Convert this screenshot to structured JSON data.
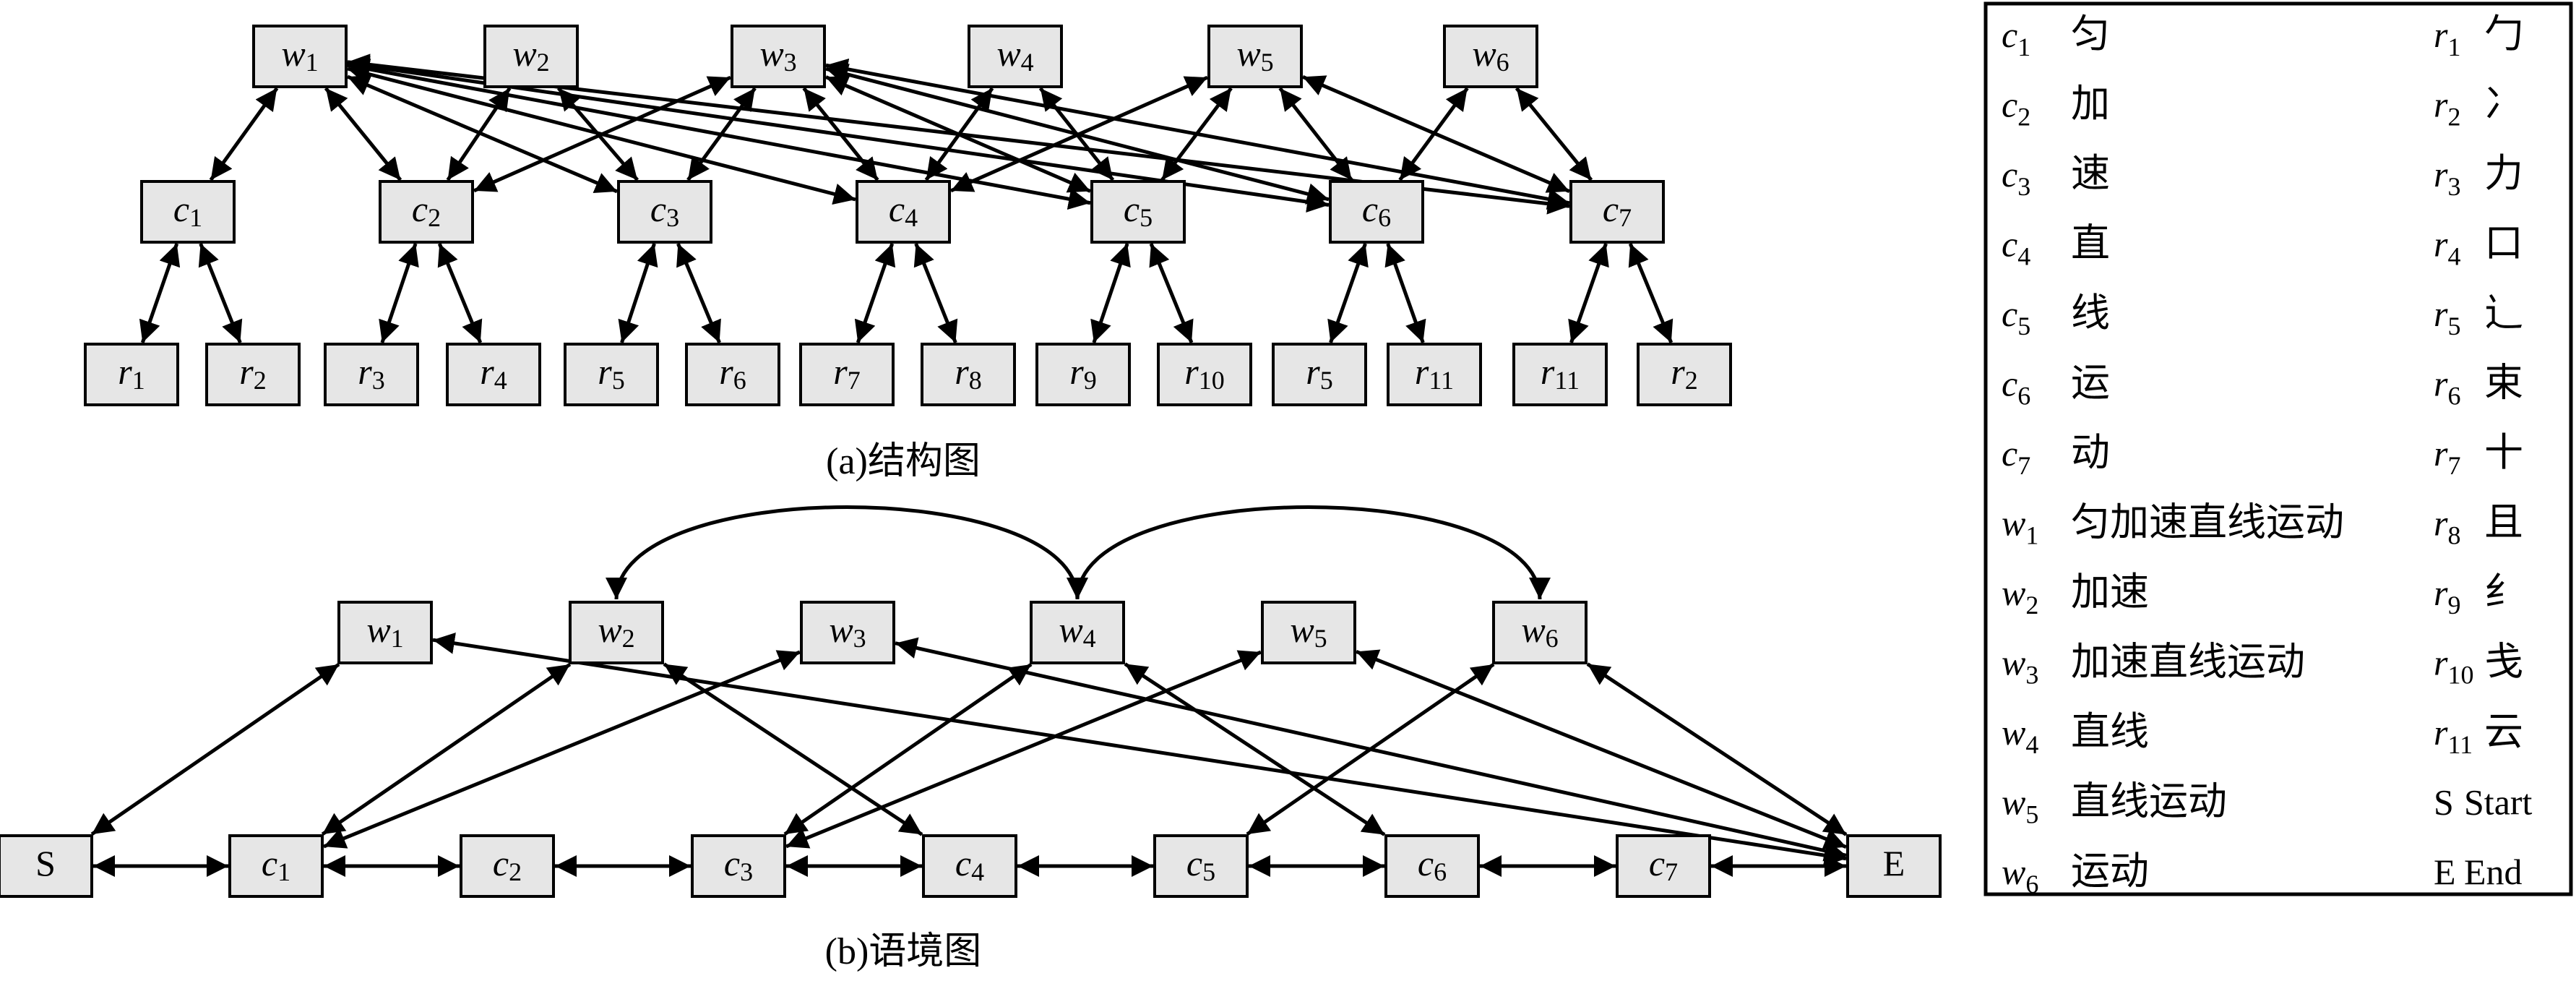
{
  "structure_graph": {
    "caption": "(a)结构图",
    "word_nodes": [
      {
        "id": "w1",
        "letter": "w",
        "sub": "1"
      },
      {
        "id": "w2",
        "letter": "w",
        "sub": "2"
      },
      {
        "id": "w3",
        "letter": "w",
        "sub": "3"
      },
      {
        "id": "w4",
        "letter": "w",
        "sub": "4"
      },
      {
        "id": "w5",
        "letter": "w",
        "sub": "5"
      },
      {
        "id": "w6",
        "letter": "w",
        "sub": "6"
      }
    ],
    "char_nodes": [
      {
        "id": "c1",
        "letter": "c",
        "sub": "1"
      },
      {
        "id": "c2",
        "letter": "c",
        "sub": "2"
      },
      {
        "id": "c3",
        "letter": "c",
        "sub": "3"
      },
      {
        "id": "c4",
        "letter": "c",
        "sub": "4"
      },
      {
        "id": "c5",
        "letter": "c",
        "sub": "5"
      },
      {
        "id": "c6",
        "letter": "c",
        "sub": "6"
      },
      {
        "id": "c7",
        "letter": "c",
        "sub": "7"
      }
    ],
    "radical_nodes": [
      {
        "id": "a1",
        "letter": "r",
        "sub": "1"
      },
      {
        "id": "a2",
        "letter": "r",
        "sub": "2"
      },
      {
        "id": "a3",
        "letter": "r",
        "sub": "3"
      },
      {
        "id": "a4",
        "letter": "r",
        "sub": "4"
      },
      {
        "id": "a5",
        "letter": "r",
        "sub": "5"
      },
      {
        "id": "a6",
        "letter": "r",
        "sub": "6"
      },
      {
        "id": "a7",
        "letter": "r",
        "sub": "7"
      },
      {
        "id": "a8",
        "letter": "r",
        "sub": "8"
      },
      {
        "id": "a9",
        "letter": "r",
        "sub": "9"
      },
      {
        "id": "a10",
        "letter": "r",
        "sub": "10"
      },
      {
        "id": "a11",
        "letter": "r",
        "sub": "5"
      },
      {
        "id": "a12",
        "letter": "r",
        "sub": "11"
      },
      {
        "id": "a13",
        "letter": "r",
        "sub": "11"
      },
      {
        "id": "a14",
        "letter": "r",
        "sub": "2"
      }
    ],
    "word_char_edges": [
      [
        "w1",
        "c1"
      ],
      [
        "w1",
        "c2"
      ],
      [
        "w1",
        "c3"
      ],
      [
        "w1",
        "c4"
      ],
      [
        "w1",
        "c5"
      ],
      [
        "w1",
        "c6"
      ],
      [
        "w1",
        "c7"
      ],
      [
        "w2",
        "c2"
      ],
      [
        "w2",
        "c3"
      ],
      [
        "w3",
        "c2"
      ],
      [
        "w3",
        "c3"
      ],
      [
        "w3",
        "c4"
      ],
      [
        "w3",
        "c5"
      ],
      [
        "w3",
        "c6"
      ],
      [
        "w3",
        "c7"
      ],
      [
        "w4",
        "c4"
      ],
      [
        "w4",
        "c5"
      ],
      [
        "w5",
        "c4"
      ],
      [
        "w5",
        "c5"
      ],
      [
        "w5",
        "c6"
      ],
      [
        "w5",
        "c7"
      ],
      [
        "w6",
        "c6"
      ],
      [
        "w6",
        "c7"
      ]
    ],
    "char_radical_edges": [
      [
        "c1",
        "a1"
      ],
      [
        "c1",
        "a2"
      ],
      [
        "c2",
        "a3"
      ],
      [
        "c2",
        "a4"
      ],
      [
        "c3",
        "a5"
      ],
      [
        "c3",
        "a6"
      ],
      [
        "c4",
        "a7"
      ],
      [
        "c4",
        "a8"
      ],
      [
        "c5",
        "a9"
      ],
      [
        "c5",
        "a10"
      ],
      [
        "c6",
        "a11"
      ],
      [
        "c6",
        "a12"
      ],
      [
        "c7",
        "a13"
      ],
      [
        "c7",
        "a14"
      ]
    ]
  },
  "context_graph": {
    "caption": "(b)语境图",
    "word_nodes": [
      {
        "id": "w1",
        "letter": "w",
        "sub": "1"
      },
      {
        "id": "w2",
        "letter": "w",
        "sub": "2"
      },
      {
        "id": "w3",
        "letter": "w",
        "sub": "3"
      },
      {
        "id": "w4",
        "letter": "w",
        "sub": "4"
      },
      {
        "id": "w5",
        "letter": "w",
        "sub": "5"
      },
      {
        "id": "w6",
        "letter": "w",
        "sub": "6"
      }
    ],
    "seq_nodes": [
      {
        "id": "S",
        "letter": "S",
        "sub": "",
        "plain": true
      },
      {
        "id": "c1",
        "letter": "c",
        "sub": "1"
      },
      {
        "id": "c2",
        "letter": "c",
        "sub": "2"
      },
      {
        "id": "c3",
        "letter": "c",
        "sub": "3"
      },
      {
        "id": "c4",
        "letter": "c",
        "sub": "4"
      },
      {
        "id": "c5",
        "letter": "c",
        "sub": "5"
      },
      {
        "id": "c6",
        "letter": "c",
        "sub": "6"
      },
      {
        "id": "c7",
        "letter": "c",
        "sub": "7"
      },
      {
        "id": "E",
        "letter": "E",
        "sub": "",
        "plain": true
      }
    ],
    "sequence_edges": [
      [
        "S",
        "c1"
      ],
      [
        "c1",
        "c2"
      ],
      [
        "c2",
        "c3"
      ],
      [
        "c3",
        "c4"
      ],
      [
        "c4",
        "c5"
      ],
      [
        "c5",
        "c6"
      ],
      [
        "c6",
        "c7"
      ],
      [
        "c7",
        "E"
      ]
    ],
    "word_edges": [
      [
        "S",
        "w1"
      ],
      [
        "w1",
        "E"
      ],
      [
        "c1",
        "w2"
      ],
      [
        "w2",
        "c4"
      ],
      [
        "c1",
        "w3"
      ],
      [
        "w3",
        "E"
      ],
      [
        "c3",
        "w4"
      ],
      [
        "w4",
        "c6"
      ],
      [
        "c3",
        "w5"
      ],
      [
        "w5",
        "E"
      ],
      [
        "c5",
        "w6"
      ],
      [
        "w6",
        "E"
      ]
    ],
    "curved_edges": [
      [
        "w2",
        "w4"
      ],
      [
        "w4",
        "w6"
      ]
    ]
  },
  "legend": {
    "left": [
      {
        "letter": "c",
        "sub": "1",
        "text": "匀"
      },
      {
        "letter": "c",
        "sub": "2",
        "text": "加"
      },
      {
        "letter": "c",
        "sub": "3",
        "text": "速"
      },
      {
        "letter": "c",
        "sub": "4",
        "text": "直"
      },
      {
        "letter": "c",
        "sub": "5",
        "text": "线"
      },
      {
        "letter": "c",
        "sub": "6",
        "text": "运"
      },
      {
        "letter": "c",
        "sub": "7",
        "text": "动"
      },
      {
        "letter": "w",
        "sub": "1",
        "text": "匀加速直线运动"
      },
      {
        "letter": "w",
        "sub": "2",
        "text": "加速"
      },
      {
        "letter": "w",
        "sub": "3",
        "text": "加速直线运动"
      },
      {
        "letter": "w",
        "sub": "4",
        "text": "直线"
      },
      {
        "letter": "w",
        "sub": "5",
        "text": "直线运动"
      },
      {
        "letter": "w",
        "sub": "6",
        "text": "运动"
      }
    ],
    "right": [
      {
        "letter": "r",
        "sub": "1",
        "text": "勹"
      },
      {
        "letter": "r",
        "sub": "2",
        "text": "冫"
      },
      {
        "letter": "r",
        "sub": "3",
        "text": "力"
      },
      {
        "letter": "r",
        "sub": "4",
        "text": "口"
      },
      {
        "letter": "r",
        "sub": "5",
        "text": "辶"
      },
      {
        "letter": "r",
        "sub": "6",
        "text": "束"
      },
      {
        "letter": "r",
        "sub": "7",
        "text": "十"
      },
      {
        "letter": "r",
        "sub": "8",
        "text": "且"
      },
      {
        "letter": "r",
        "sub": "9",
        "text": "纟"
      },
      {
        "letter": "r",
        "sub": "10",
        "text": "戋"
      },
      {
        "letter": "r",
        "sub": "11",
        "text": "云"
      },
      {
        "letter": "S",
        "sub": "",
        "text": "Start",
        "plain": true
      },
      {
        "letter": "E",
        "sub": "",
        "text": "End",
        "plain": true
      }
    ]
  }
}
